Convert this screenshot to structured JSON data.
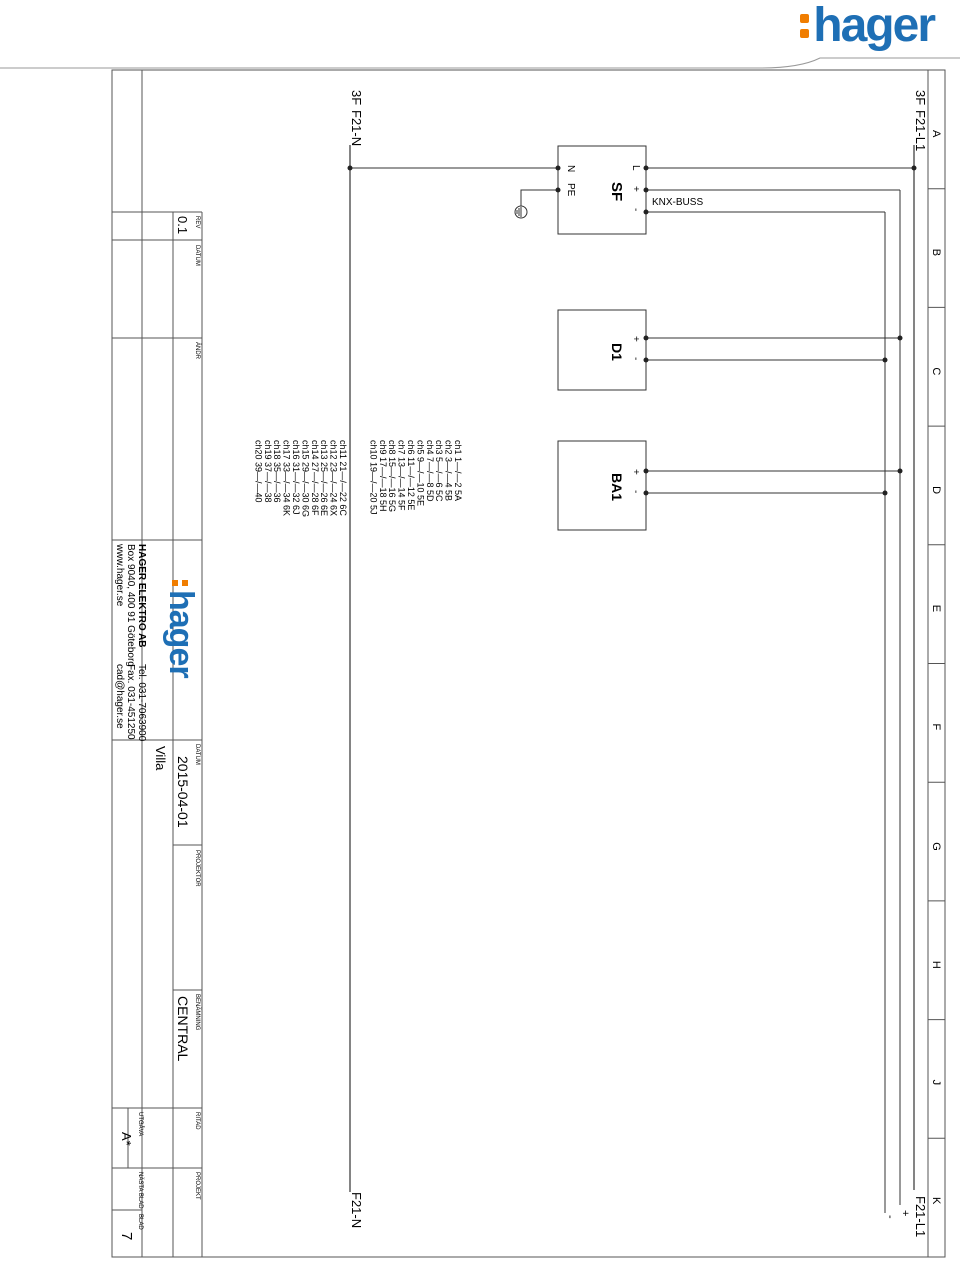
{
  "header": {
    "logo_text": "hager"
  },
  "border": {
    "columns": [
      "A",
      "B",
      "C",
      "D",
      "E",
      "F",
      "G",
      "H",
      "J",
      "K"
    ]
  },
  "rails": {
    "phase_label_top": "F21-L1",
    "phase_label_bottom": "F21-L1",
    "phase_prefix": "3F",
    "neutral_label_top": "F21-N",
    "neutral_label_bottom": "F21-N",
    "neutral_prefix": "3F",
    "bottom_plus": "+",
    "bottom_minus": "-"
  },
  "components": {
    "sf": {
      "name": "SF",
      "pins_left": [
        "L",
        "+",
        "-"
      ],
      "pins_right": [
        "N",
        "PE"
      ]
    },
    "d1": {
      "name": "D1",
      "plus": "+",
      "minus": "-"
    },
    "ba1": {
      "name": "BA1",
      "plus": "+",
      "minus": "-"
    }
  },
  "knx_label": "KNX-BUSS",
  "channels": [
    {
      "ch": "ch1",
      "a": "1",
      "b": "2",
      "code": "5A"
    },
    {
      "ch": "ch2",
      "a": "3",
      "b": "4",
      "code": "5B"
    },
    {
      "ch": "ch3",
      "a": "5",
      "b": "6",
      "code": "5C"
    },
    {
      "ch": "ch4",
      "a": "7",
      "b": "8",
      "code": "5D"
    },
    {
      "ch": "ch5",
      "a": "9",
      "b": "10",
      "code": "5E"
    },
    {
      "ch": "ch6",
      "a": "11",
      "b": "12",
      "code": "5E"
    },
    {
      "ch": "ch7",
      "a": "13",
      "b": "14",
      "code": "5F"
    },
    {
      "ch": "ch8",
      "a": "15",
      "b": "16",
      "code": "5G"
    },
    {
      "ch": "ch9",
      "a": "17",
      "b": "18",
      "code": "5H"
    },
    {
      "ch": "ch10",
      "a": "19",
      "b": "20",
      "code": "5J"
    },
    {
      "ch": "ch11",
      "a": "21",
      "b": "22",
      "code": "6C"
    },
    {
      "ch": "ch12",
      "a": "23",
      "b": "24",
      "code": "6X"
    },
    {
      "ch": "ch13",
      "a": "25",
      "b": "26",
      "code": "6E"
    },
    {
      "ch": "ch14",
      "a": "27",
      "b": "28",
      "code": "6F"
    },
    {
      "ch": "ch15",
      "a": "29",
      "b": "30",
      "code": "6G"
    },
    {
      "ch": "ch16",
      "a": "31",
      "b": "32",
      "code": "6J"
    },
    {
      "ch": "ch17",
      "a": "33",
      "b": "34",
      "code": "6K"
    },
    {
      "ch": "ch18",
      "a": "35",
      "b": "36",
      "code": ""
    },
    {
      "ch": "ch19",
      "a": "37",
      "b": "38",
      "code": ""
    },
    {
      "ch": "ch20",
      "a": "39",
      "b": "40",
      "code": ""
    }
  ],
  "title_block": {
    "rev_label": "REV",
    "rev_value": "0.1",
    "datum_label": "DATUM",
    "andr_label": "ÄNDR",
    "company_name": "HAGER ELEKTRO AB",
    "company_address": "Box 9040, 400 91 Göteborg",
    "company_web": "www.hager.se",
    "company_tel": "Tel. 031-7063900",
    "company_fax": "Fax. 031-451250",
    "company_email": "cad@hager.se",
    "date_label": "DATUM",
    "date_value": "2015-04-01",
    "project_text": "Villa",
    "projektor_label": "PROJEKTOR",
    "benamning_label": "BENÄMNING",
    "benamning_value": "CENTRAL",
    "rit_label": "RITAD",
    "projekt_label": "PROJEKT",
    "utgava_label": "UTGÅVA",
    "utgava_value": "A*",
    "nasta_label": "NÄSTA BLAD",
    "blad_label": "BLAD",
    "blad_value": "7"
  }
}
